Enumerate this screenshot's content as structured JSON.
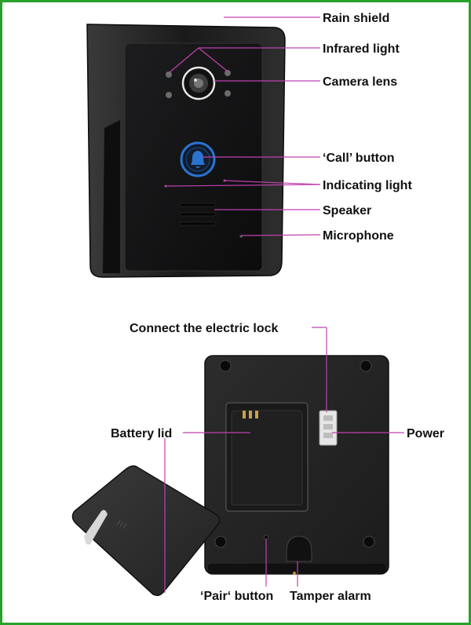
{
  "colors": {
    "frame_border": "#27a12a",
    "leader_line": "#c040b0",
    "body_black": "#141414",
    "body_gray": "#262626",
    "button_blue": "#2a74d0"
  },
  "front_labels": {
    "rain_shield": "Rain shield",
    "infrared_light": "Infrared light",
    "camera_lens": "Camera lens",
    "call_button": "‘Call’ button",
    "indicating_light": "Indicating light",
    "speaker": "Speaker",
    "microphone": "Microphone"
  },
  "back_labels": {
    "electric_lock": "Connect the electric lock",
    "battery_lid": "Battery lid",
    "power": "Power",
    "pair_button": "‘Pair‘ button",
    "tamper_alarm": "Tamper alarm"
  },
  "icons": {
    "bell": "bell-icon"
  }
}
